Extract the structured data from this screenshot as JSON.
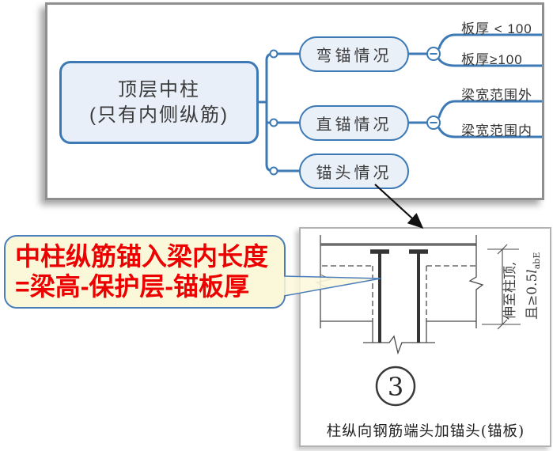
{
  "mindmap": {
    "root": {
      "line1": "顶层中柱",
      "line2": "(只有内侧纵筋)"
    },
    "nodes": [
      {
        "label": "弯锚情况",
        "children": [
          "板厚 < 100",
          "板厚≥100"
        ]
      },
      {
        "label": "直锚情况",
        "children": [
          "梁宽范围外",
          "梁宽范围内"
        ]
      },
      {
        "label": "锚头情况",
        "children": []
      }
    ]
  },
  "callout": {
    "line1": "中柱纵筋锚入梁内长度",
    "line2": "=梁高-保护层-锚板厚"
  },
  "drawing": {
    "dimension_note_line1": "伸至柱顶,",
    "dimension_note_line2_prefix": "且≥0.5",
    "dimension_note_line2_var": "l",
    "dimension_note_line2_sub": "abE",
    "figure_number": "3",
    "caption": "柱纵向钢筋端头加锚头(锚板)"
  },
  "colors": {
    "accent_blue": "#3d7ab5",
    "callout_red": "#ec0000",
    "callout_yellow": "#fbf8da",
    "panel_border": "#8f8f8f"
  }
}
